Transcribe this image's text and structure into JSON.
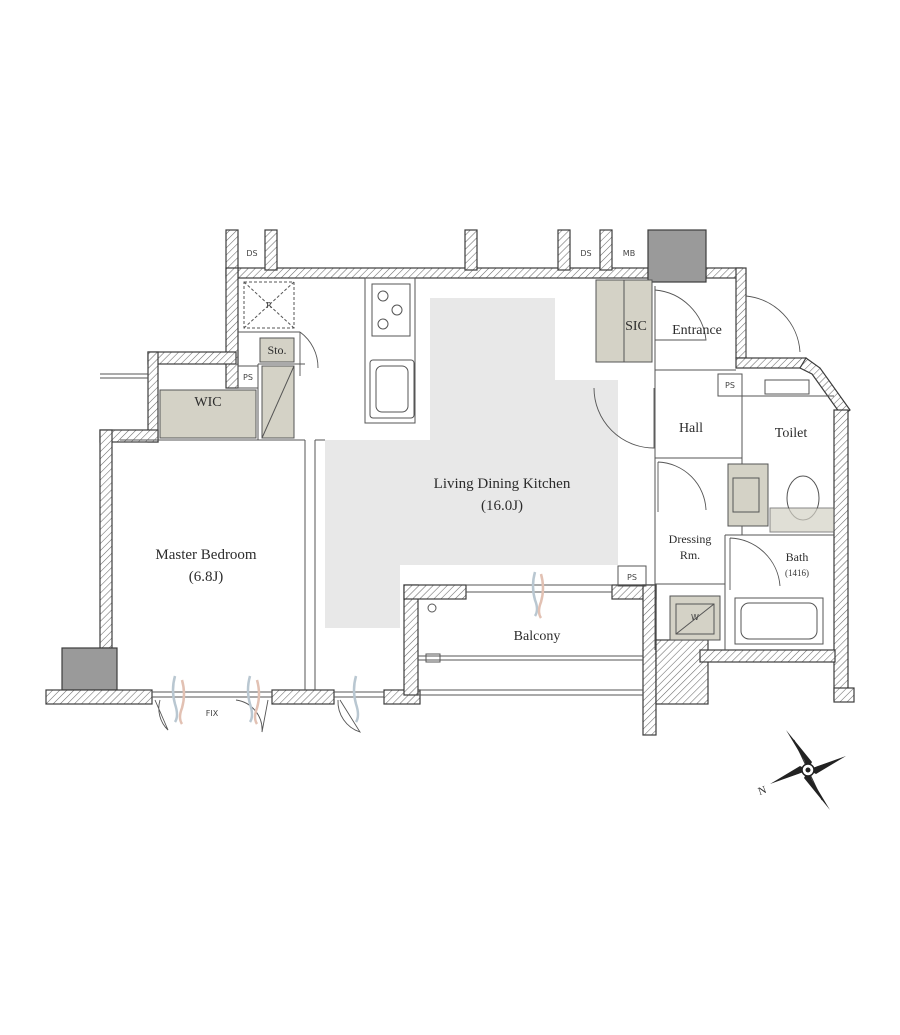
{
  "rooms": {
    "ldk_name": "Living Dining Kitchen",
    "ldk_size": "(16.0J)",
    "master_name": "Master Bedroom",
    "master_size": "(6.8J)",
    "wic": "WIC",
    "sto": "Sto.",
    "sic": "SIC",
    "entrance": "Entrance",
    "hall": "Hall",
    "toilet": "Toilet",
    "dressing_line1": "Dressing",
    "dressing_line2": "Rm.",
    "bath": "Bath",
    "bath_size": "(1416)",
    "balcony": "Balcony"
  },
  "markers": {
    "ds": "DS",
    "mb": "MB",
    "ps": "PS",
    "fix": "FIX",
    "refrigerator": "R",
    "washer": "W"
  },
  "compass": {
    "north_label": "N"
  },
  "colors": {
    "wall": "#3c3c3c",
    "floor": "#e8e8e8",
    "fixture": "#d4d2c6",
    "storage": "#d4d2c6"
  }
}
